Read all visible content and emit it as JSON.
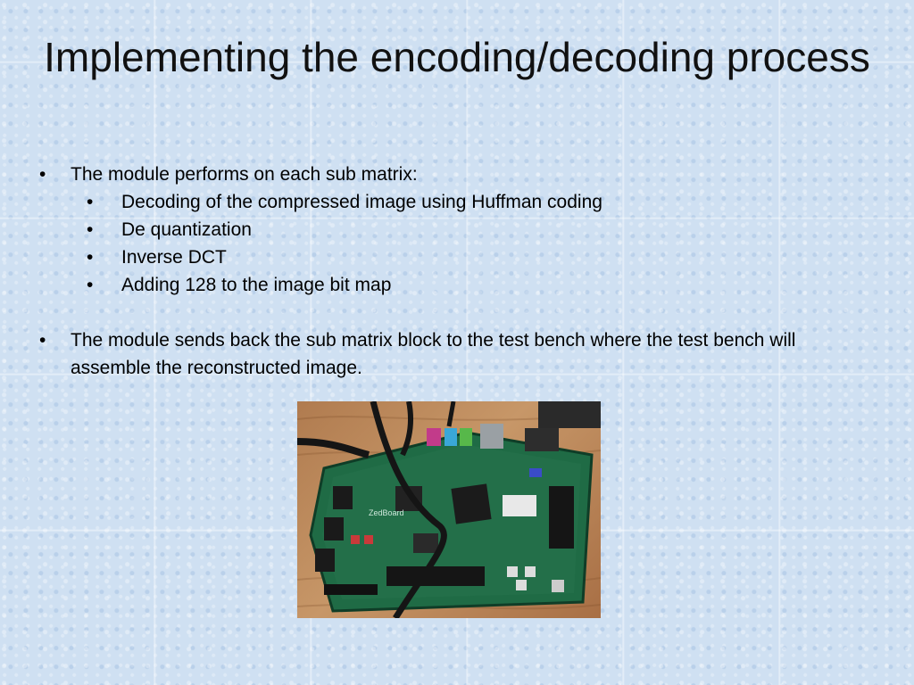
{
  "slide": {
    "title": "Implementing the encoding/decoding process",
    "bullets": [
      {
        "text": "The module performs on each sub matrix:",
        "sub": [
          "Decoding of the compressed image using Huffman coding",
          "De quantization",
          "Inverse DCT",
          "Adding 128  to the  image bit map"
        ]
      },
      {
        "text": "The module sends back the sub matrix block to the test bench where the test bench will assemble the reconstructed image.",
        "sub": []
      }
    ],
    "bullet_glyph": "•",
    "photo": {
      "board_label": "ZedBoard",
      "colors": {
        "board": "#1f6b45",
        "wood": "#b98552",
        "cable": "#1a1a1a",
        "background": "#cfe0f2"
      }
    }
  }
}
